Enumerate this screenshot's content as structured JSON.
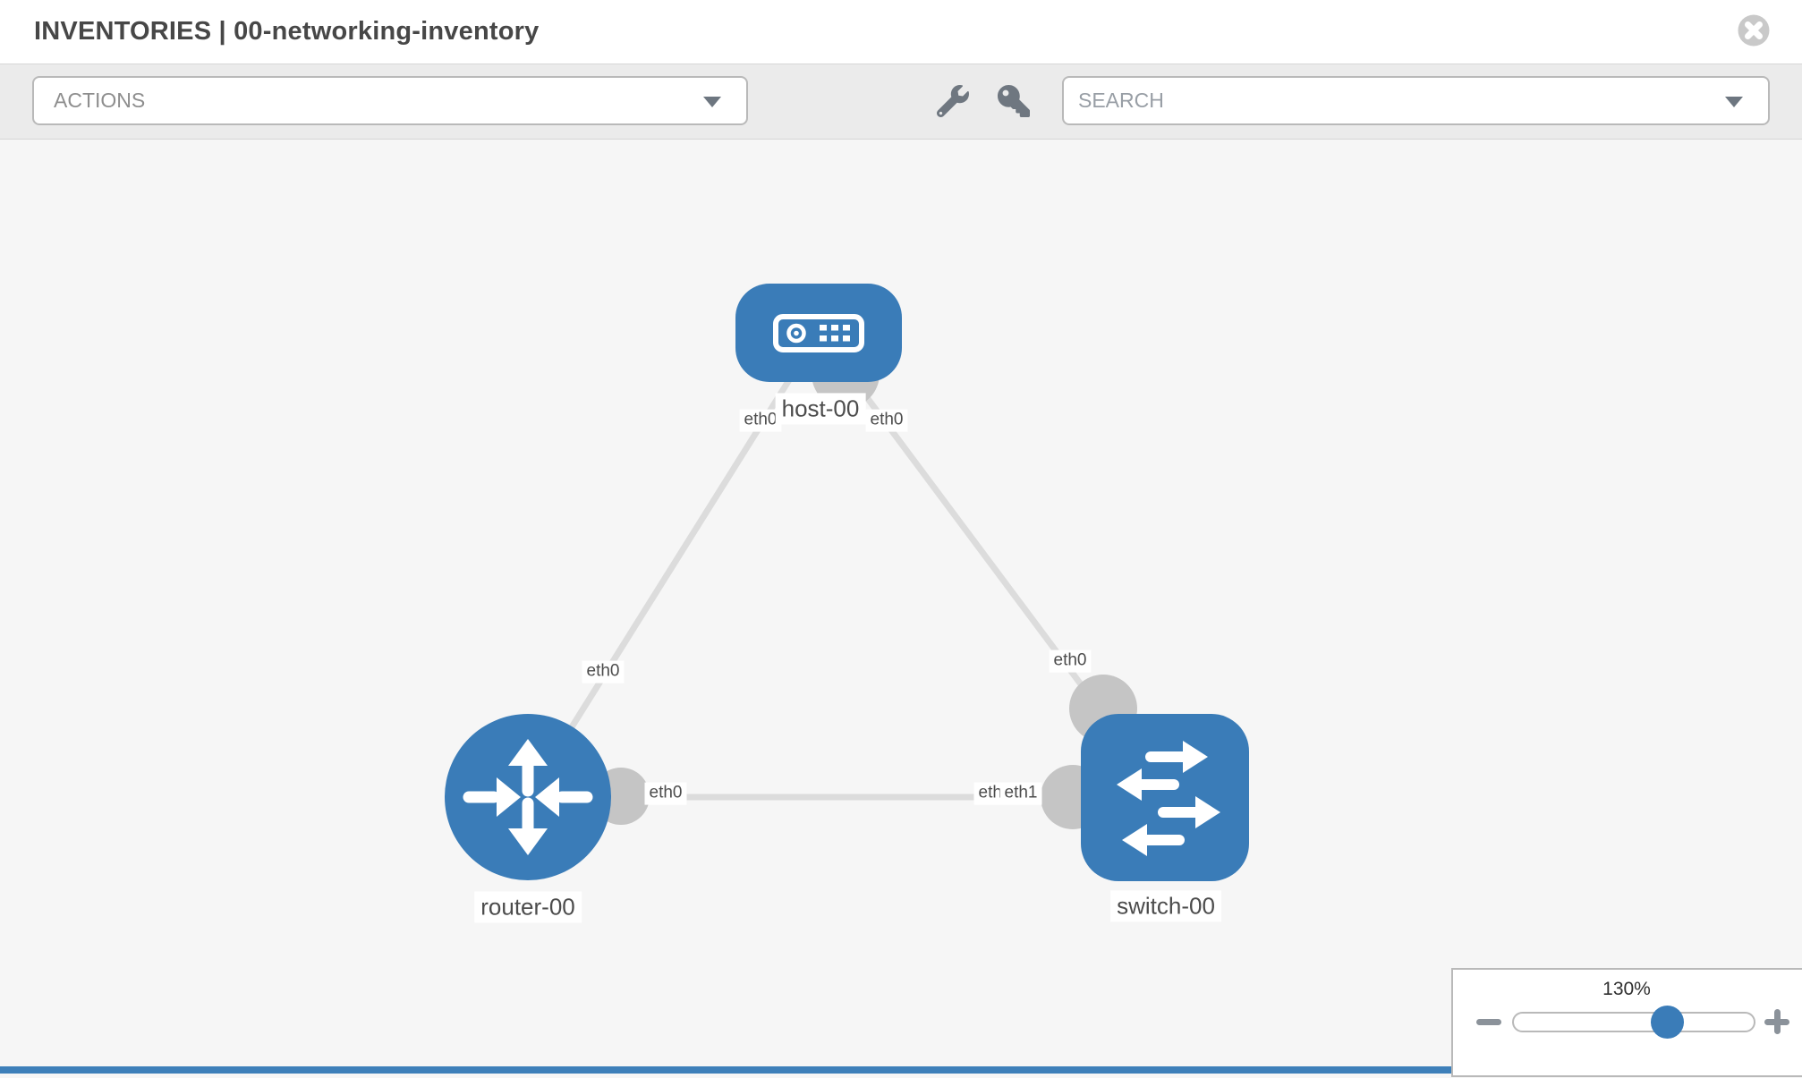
{
  "window": {
    "title": "INVENTORIES | 00-networking-inventory"
  },
  "toolbar": {
    "actions_placeholder": "ACTIONS",
    "search_placeholder": "SEARCH"
  },
  "canvas": {
    "nodes": [
      {
        "id": "host-00",
        "type": "host",
        "label": "host-00"
      },
      {
        "id": "router-00",
        "type": "router",
        "label": "router-00"
      },
      {
        "id": "switch-00",
        "type": "switch",
        "label": "switch-00"
      }
    ],
    "links": [
      {
        "source": "host-00",
        "target": "router-00",
        "source_interface": "eth0",
        "target_interface": "eth0"
      },
      {
        "source": "host-00",
        "target": "switch-00",
        "source_interface": "eth0",
        "target_interface": "eth0"
      },
      {
        "source": "router-00",
        "target": "switch-00",
        "source_interface": "eth0",
        "target_interface": "eth1",
        "target_interface_overlapped": "eth0"
      }
    ]
  },
  "zoom": {
    "level": "130%"
  },
  "colors": {
    "node_blue": "#3a7cb8",
    "link_gray": "#dcdcdc",
    "connector_gray": "#c5c5c5",
    "canvas_bg": "#f6f6f6"
  }
}
